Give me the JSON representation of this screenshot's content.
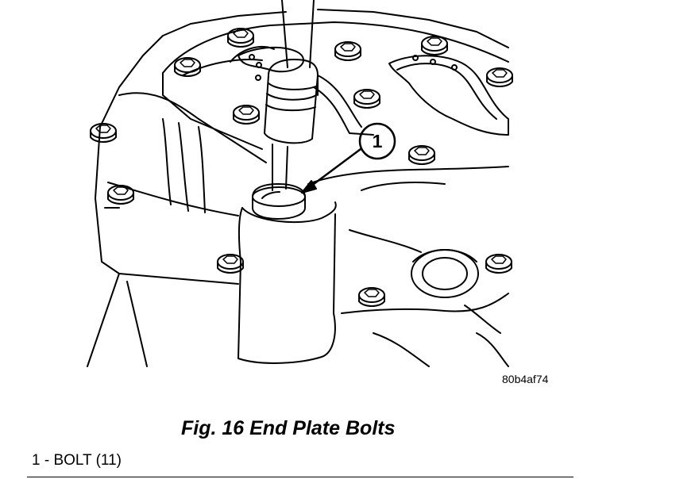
{
  "figure": {
    "caption": "Fig. 16 End Plate Bolts",
    "reference_code": "80b4af74",
    "callouts": [
      {
        "number": "1",
        "target": "bolt"
      }
    ],
    "legend": [
      {
        "text": "1 - BOLT (11)"
      }
    ]
  }
}
